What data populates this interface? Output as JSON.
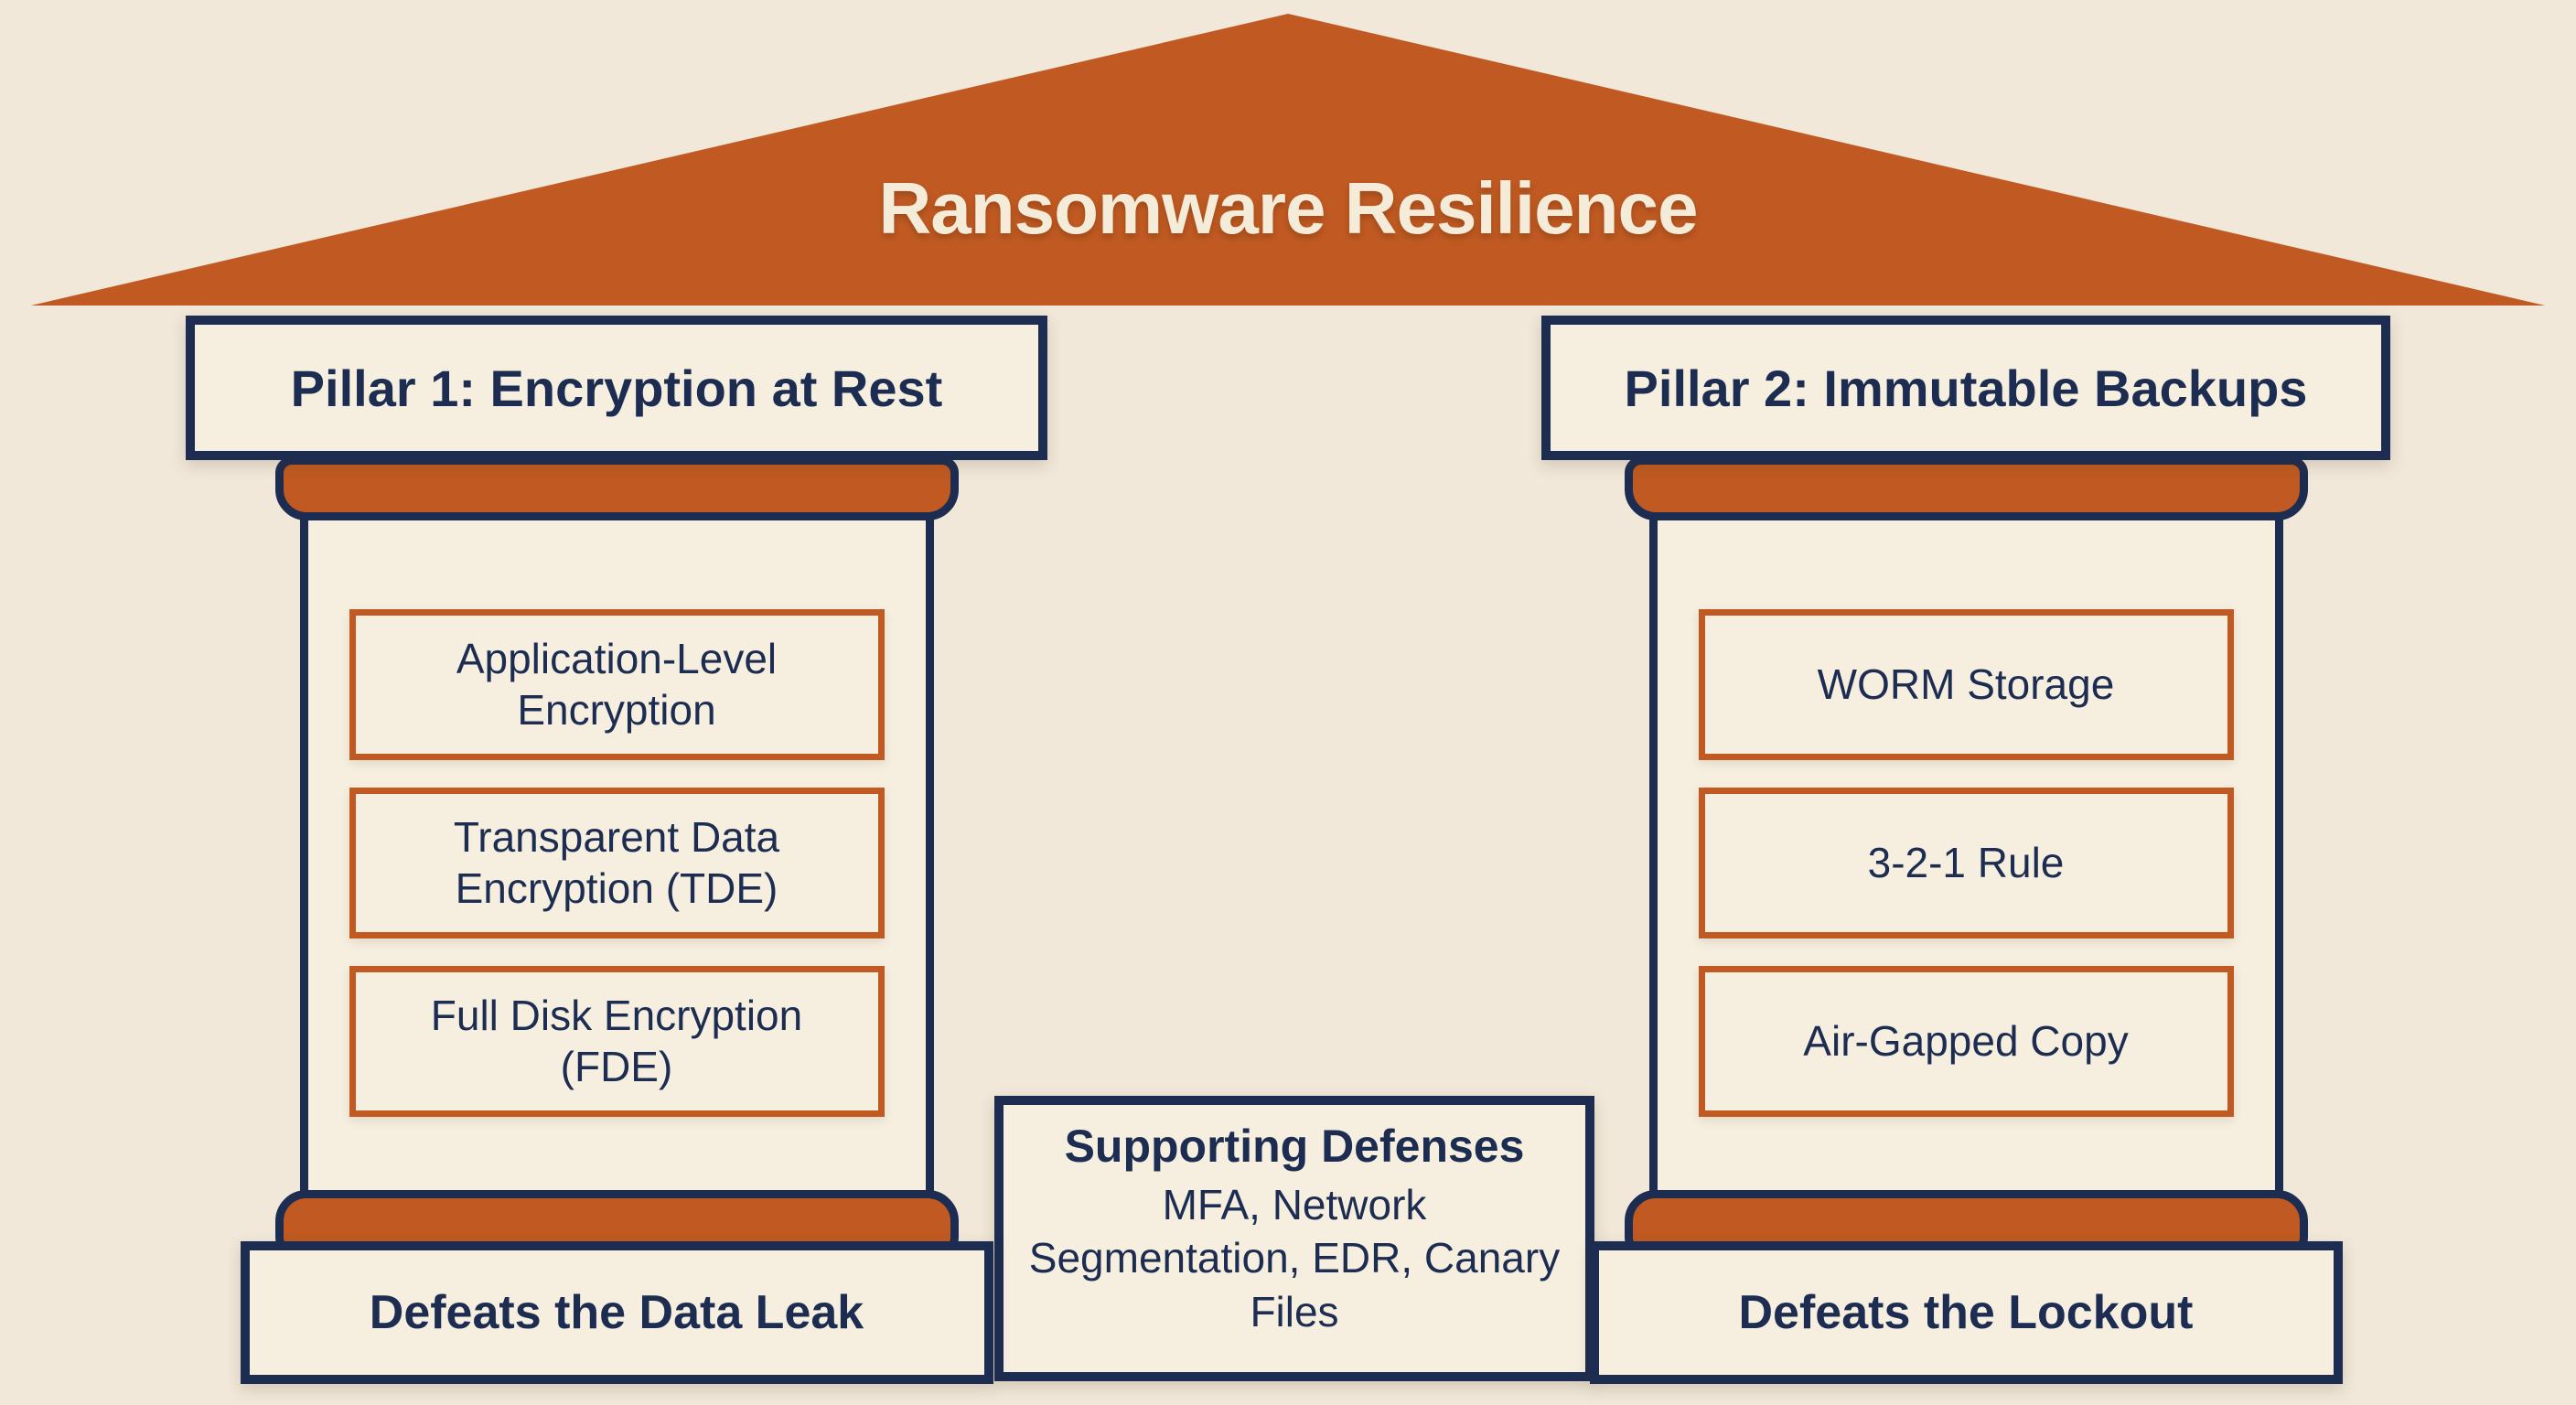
{
  "title": "Ransomware Resilience",
  "pillars": [
    {
      "header": "Pillar 1: Encryption at Rest",
      "items": [
        "Application-Level Encryption",
        "Transparent Data Encryption (TDE)",
        "Full Disk Encryption (FDE)"
      ],
      "base": "Defeats the Data Leak"
    },
    {
      "header": "Pillar 2: Immutable Backups",
      "items": [
        "WORM Storage",
        "3-2-1 Rule",
        "Air-Gapped Copy"
      ],
      "base": "Defeats the Lockout"
    }
  ],
  "supporting": {
    "title": "Supporting Defenses",
    "body": "MFA, Network Segmentation, EDR, Canary Files"
  },
  "colors": {
    "background": "#f1e8d9",
    "roof": "#c05a22",
    "navy": "#1d2d52",
    "cream_fill": "#f6efe0",
    "accent_orange": "#c05a22",
    "title_text": "#f4ecd9"
  }
}
